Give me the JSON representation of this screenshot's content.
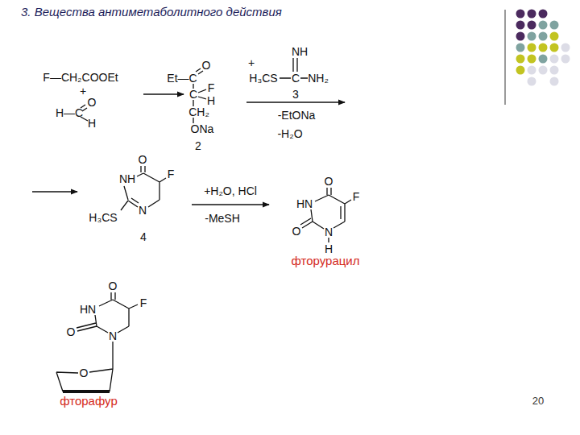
{
  "diagram": {
    "title": "3. Вещества антиметаболитного действия",
    "labels": [
      "F—CH₂COOEt",
      "+",
      "H—C",
      "O",
      "H",
      "Et—C",
      "O",
      "C",
      "F",
      "H",
      "CH₂",
      "ONa",
      "2",
      "+",
      "NH",
      "H₃CS",
      "C",
      "NH₂",
      "3",
      "-EtONa",
      "-H₂O",
      "O",
      "NH",
      "F",
      "N",
      "H₃CS",
      "4",
      "+H₂O, HCl",
      "-MeSH",
      "O",
      "F",
      "HN",
      "O",
      "N",
      "H",
      "фторурацил",
      "O",
      "HN",
      "F",
      "O",
      "N",
      "O",
      "фторафур",
      "20"
    ]
  }
}
